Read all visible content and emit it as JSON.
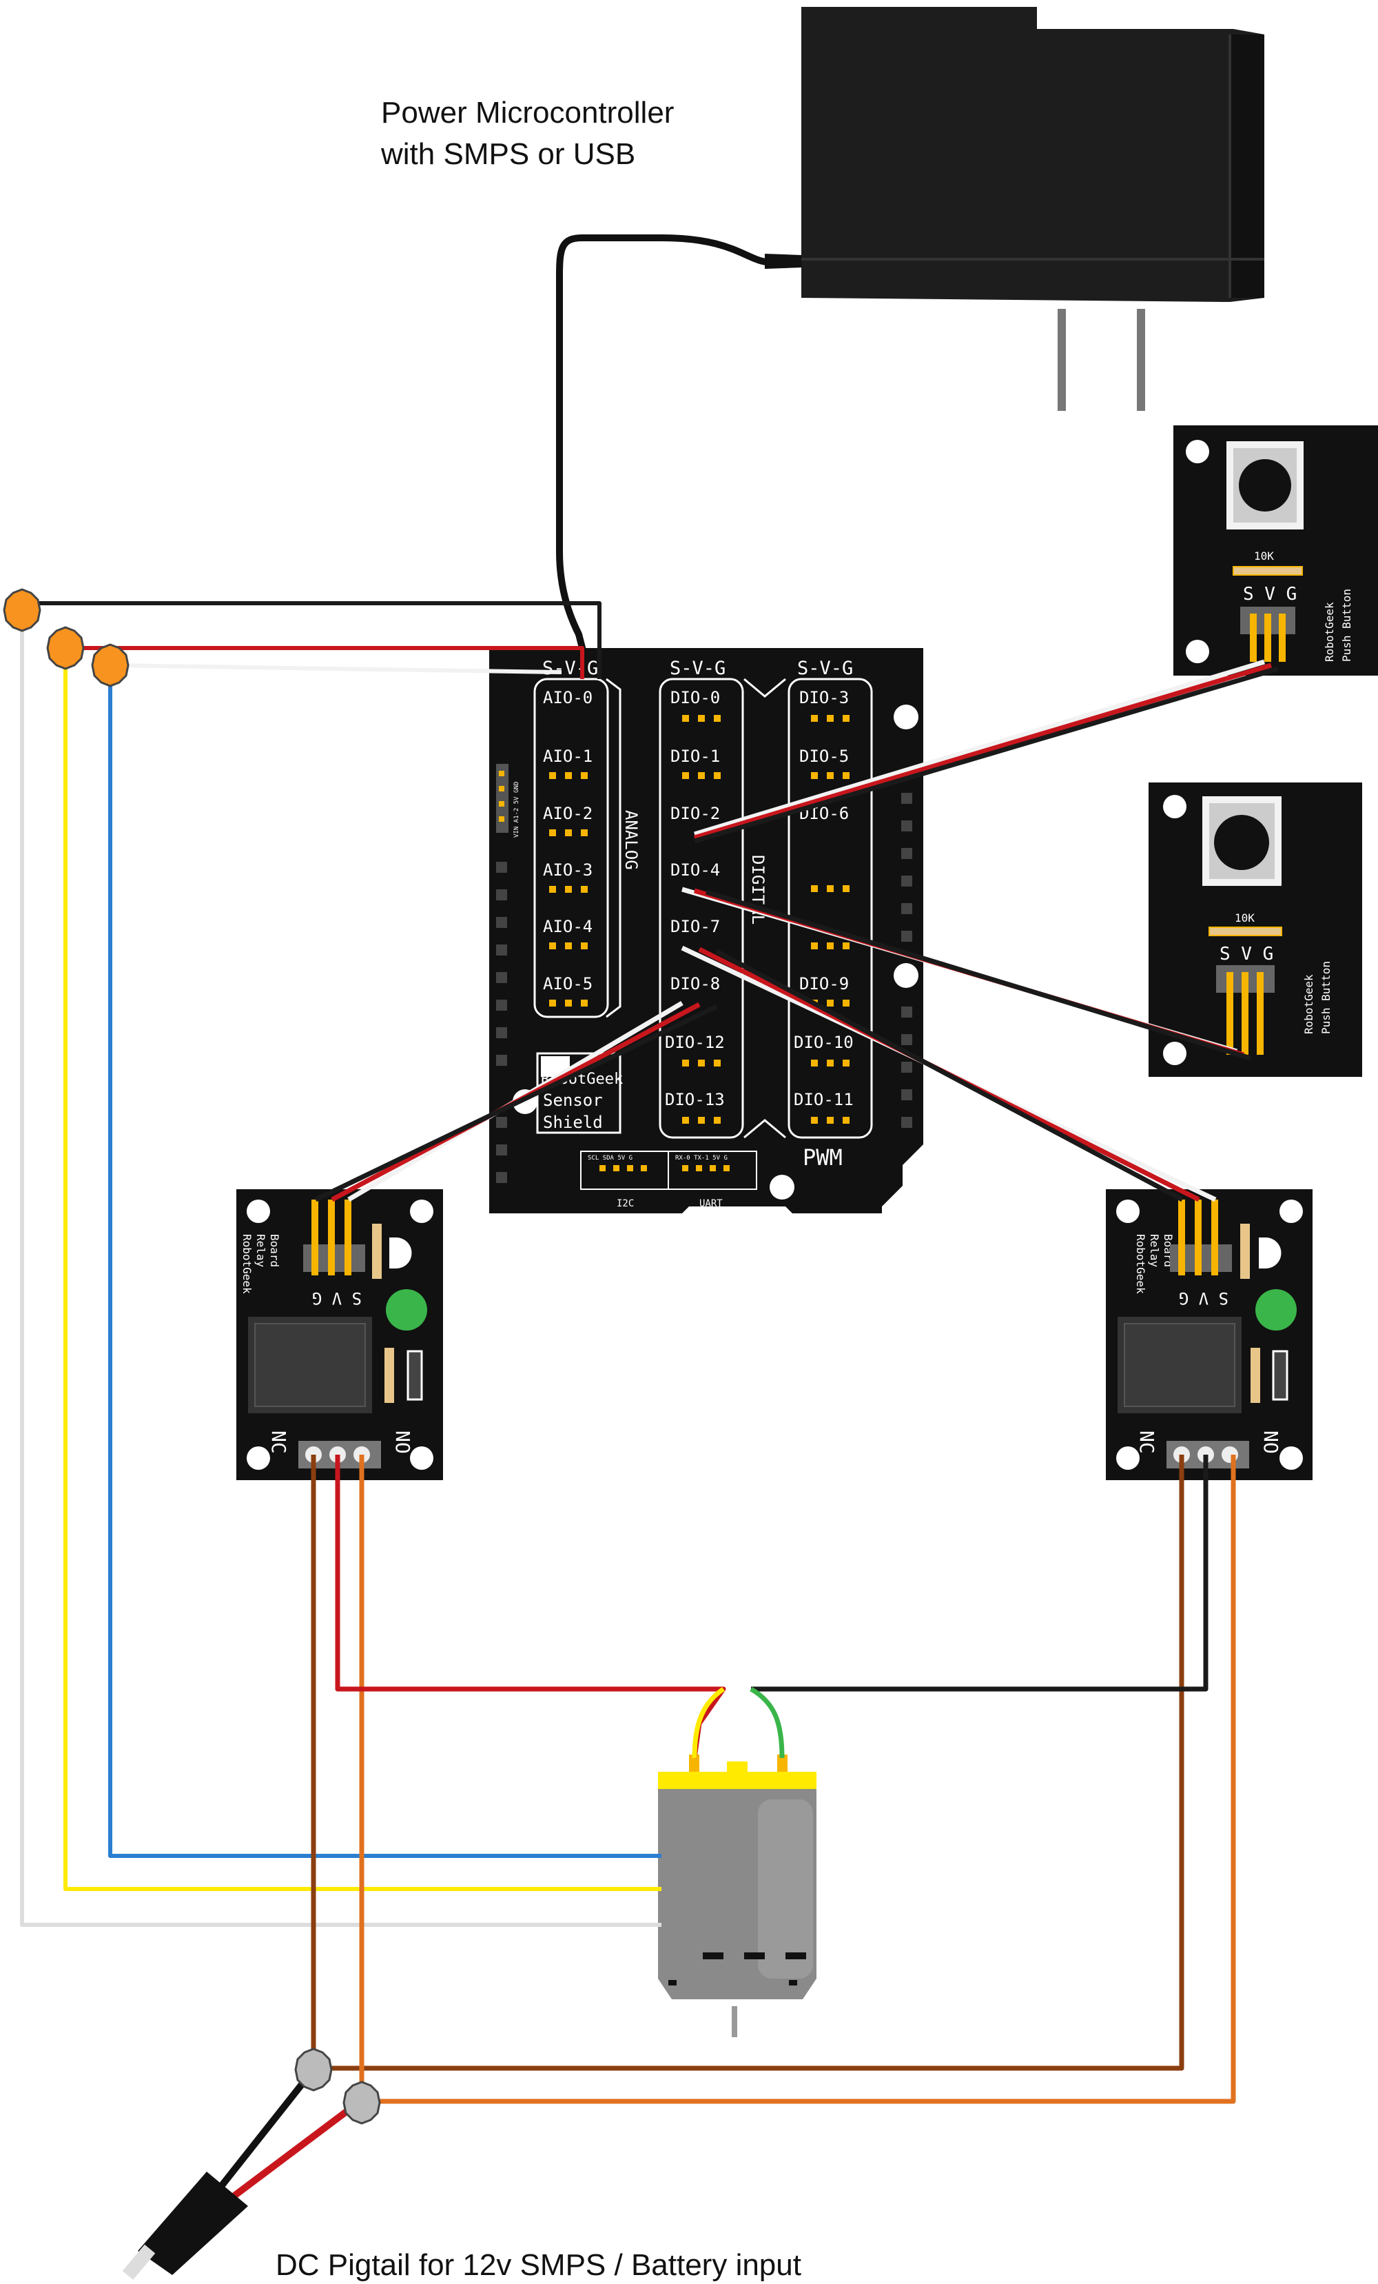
{
  "labels": {
    "power": [
      "Power Microcontroller",
      "with SMPS or USB"
    ],
    "dc_pigtail": "DC Pigtail for 12v SMPS / Battery input"
  },
  "shield": {
    "analog_header": "S-V-G",
    "digital_header_1": "S-V-G",
    "digital_header_2": "S-V-G",
    "analog_pins": [
      "AIO-0",
      "AIO-1",
      "AIO-2",
      "AIO-3",
      "AIO-4",
      "AIO-5"
    ],
    "digital_pins_1": [
      "DIO-0",
      "DIO-1",
      "DIO-2",
      "DIO-4",
      "DIO-7",
      "DIO-8",
      "DIO-12",
      "DIO-13"
    ],
    "digital_pins_2": [
      "DIO-3",
      "DIO-5",
      "DIO-6",
      "DIO-9",
      "DIO-10",
      "DIO-11"
    ],
    "analog_label": "ANALOG",
    "digital_label": "DIGITAL",
    "logo_lines": [
      "RobotGeek",
      "Sensor",
      "Shield"
    ],
    "pwm_label": "PWM",
    "i2c_label": "I2C",
    "uart_label": "UART",
    "i2c_pins": "SCL SDA 5V G",
    "uart_pins": "RX-0 TX-1 5V G",
    "vin_label": "VIN A1-2 5V GND"
  },
  "push_button": {
    "resistor_label": "10K",
    "pins": "S V G",
    "board_label": [
      "RobotGeek",
      "Push Button"
    ]
  },
  "relay": {
    "pins": "S V G",
    "nc": "NC",
    "no": "NO",
    "board_label": [
      "RobotGeek",
      "Relay",
      "Board"
    ]
  },
  "colors": {
    "black": "#1a1a1a",
    "red": "#c8161d",
    "white": "#f2f2f2",
    "yellow": "#ffea00",
    "blue": "#2b7fd1",
    "brown": "#8b3e0f",
    "orange": "#e0711f",
    "green": "#3ab54a",
    "endpoint": "#f7931e",
    "pcb": "#111111"
  }
}
